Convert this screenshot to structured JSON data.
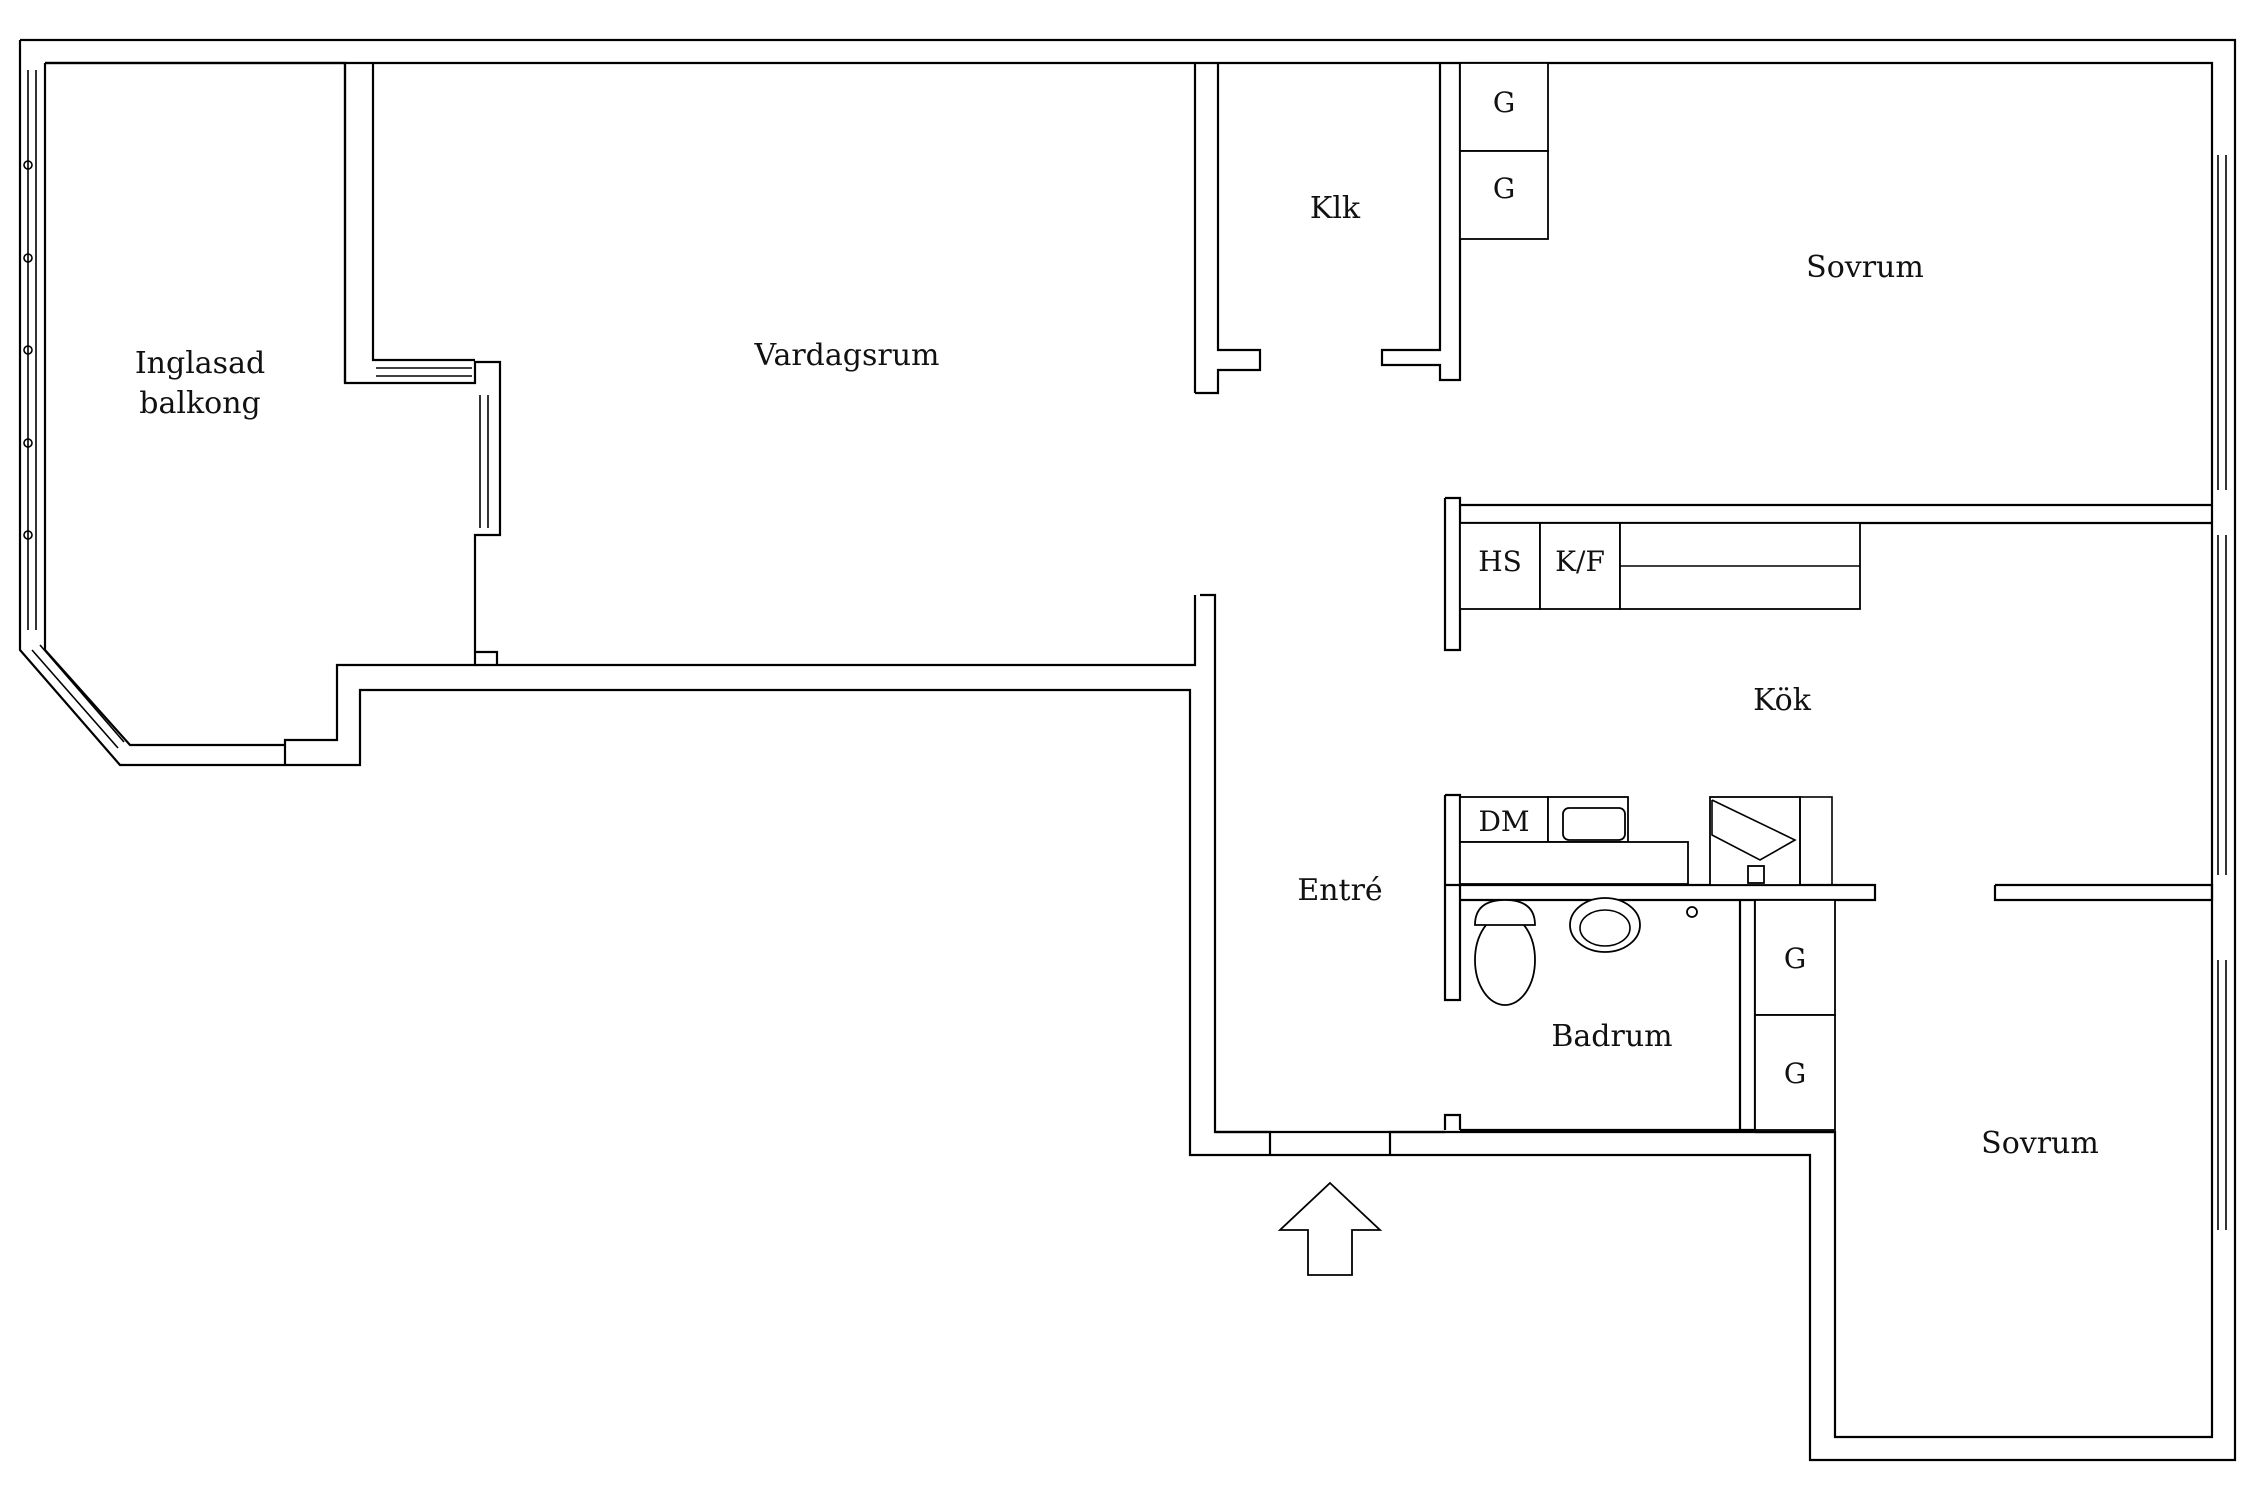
{
  "rooms": {
    "balcony_line1": "Inglasad",
    "balcony_line2": "balkong",
    "living": "Vardagsrum",
    "closet": "Klk",
    "bedroom_top": "Sovrum",
    "kitchen": "Kök",
    "entry": "Entré",
    "bathroom": "Badrum",
    "bedroom_bottom": "Sovrum"
  },
  "fixtures": {
    "wardrobe": "G",
    "tall_cabinet": "HS",
    "fridge_freezer": "K/F",
    "dishwasher": "DM"
  },
  "colors": {
    "line": "#000000",
    "background": "#ffffff"
  }
}
